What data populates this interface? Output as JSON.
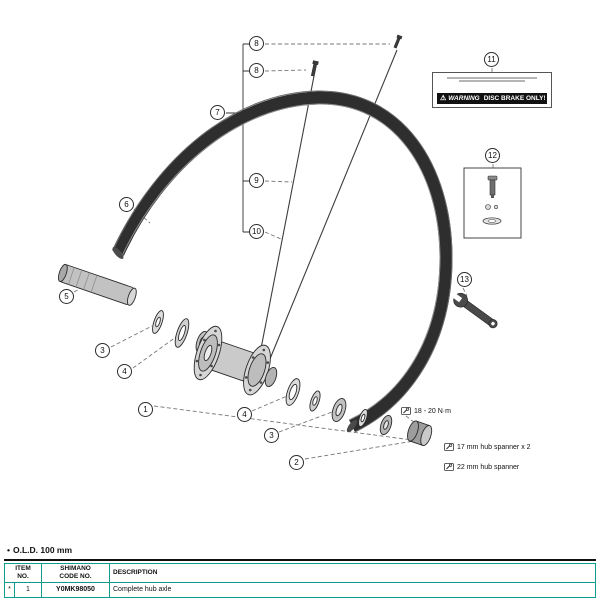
{
  "diagram": {
    "callouts": [
      {
        "n": "1"
      },
      {
        "n": "2"
      },
      {
        "n": "3"
      },
      {
        "n": "4"
      },
      {
        "n": "4"
      },
      {
        "n": "3"
      },
      {
        "n": "5"
      },
      {
        "n": "6"
      },
      {
        "n": "7"
      },
      {
        "n": "8"
      },
      {
        "n": "8"
      },
      {
        "n": "9"
      },
      {
        "n": "10"
      },
      {
        "n": "11"
      },
      {
        "n": "12"
      },
      {
        "n": "13"
      }
    ],
    "warning_label": {
      "warning_word": "WARNING",
      "message": "DISC BRAKE ONLY!"
    },
    "torque_note": "18 - 20 N·m",
    "spanner_notes": [
      "17 mm hub spanner x 2",
      "22 mm hub spanner"
    ],
    "old_bullet": "•",
    "old_note": "O.L.D. 100 mm"
  },
  "table": {
    "headers": {
      "item": "ITEM\nNO.",
      "code": "SHIMANO\nCODE NO.",
      "description": "DESCRIPTION"
    },
    "rows": [
      {
        "flag": "*",
        "item": "1",
        "code": "Y0MK98050",
        "description": "Complete hub axle"
      }
    ]
  }
}
